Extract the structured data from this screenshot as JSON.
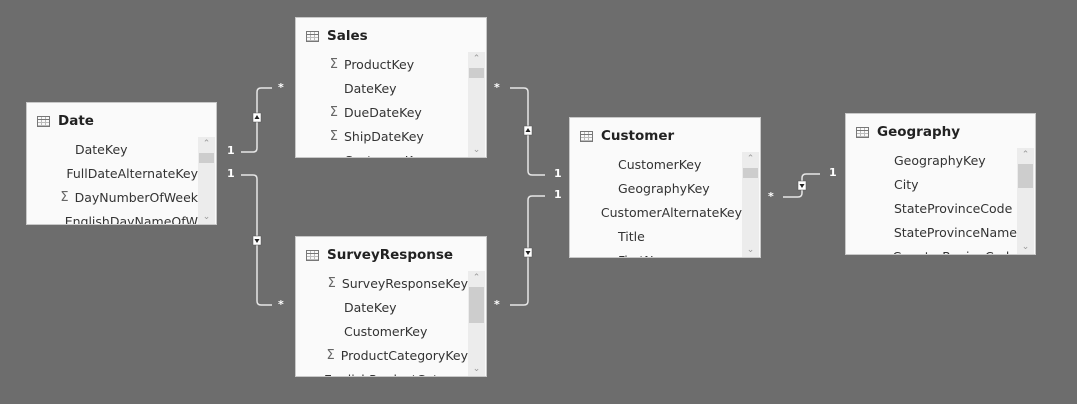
{
  "tables": {
    "date": {
      "name": "Date",
      "fields": [
        {
          "name": "DateKey",
          "sum": false
        },
        {
          "name": "FullDateAlternateKey",
          "sum": false
        },
        {
          "name": "DayNumberOfWeek",
          "sum": true
        },
        {
          "name": "EnglishDayNameOfW",
          "sum": false
        }
      ]
    },
    "sales": {
      "name": "Sales",
      "fields": [
        {
          "name": "ProductKey",
          "sum": true
        },
        {
          "name": "DateKey",
          "sum": false
        },
        {
          "name": "DueDateKey",
          "sum": true
        },
        {
          "name": "ShipDateKey",
          "sum": true
        },
        {
          "name": "CustomerKey",
          "sum": false
        }
      ]
    },
    "survey": {
      "name": "SurveyResponse",
      "fields": [
        {
          "name": "SurveyResponseKey",
          "sum": true
        },
        {
          "name": "DateKey",
          "sum": false
        },
        {
          "name": "CustomerKey",
          "sum": false
        },
        {
          "name": "ProductCategoryKey",
          "sum": true
        },
        {
          "name": "EnglishProductCategory",
          "sum": false
        }
      ]
    },
    "customer": {
      "name": "Customer",
      "fields": [
        {
          "name": "CustomerKey",
          "sum": false
        },
        {
          "name": "GeographyKey",
          "sum": false
        },
        {
          "name": "CustomerAlternateKey",
          "sum": false
        },
        {
          "name": "Title",
          "sum": false
        },
        {
          "name": "FirstName",
          "sum": false
        }
      ]
    },
    "geography": {
      "name": "Geography",
      "fields": [
        {
          "name": "GeographyKey",
          "sum": false
        },
        {
          "name": "City",
          "sum": false
        },
        {
          "name": "StateProvinceCode",
          "sum": false
        },
        {
          "name": "StateProvinceName",
          "sum": false
        },
        {
          "name": "CountryRegionCode",
          "sum": false
        }
      ]
    }
  },
  "relationships": [
    {
      "from": "Date",
      "to": "Sales",
      "one": "1",
      "many": "*"
    },
    {
      "from": "Date",
      "to": "SurveyResponse",
      "one": "1",
      "many": "*"
    },
    {
      "from": "Customer",
      "to": "Sales",
      "one": "1",
      "many": "*"
    },
    {
      "from": "Customer",
      "to": "SurveyResponse",
      "one": "1",
      "many": "*"
    },
    {
      "from": "Geography",
      "to": "Customer",
      "one": "1",
      "many": "*"
    }
  ],
  "icons": {
    "table": "table-grid-icon",
    "sum": "sigma-icon"
  },
  "sigma": "Σ"
}
